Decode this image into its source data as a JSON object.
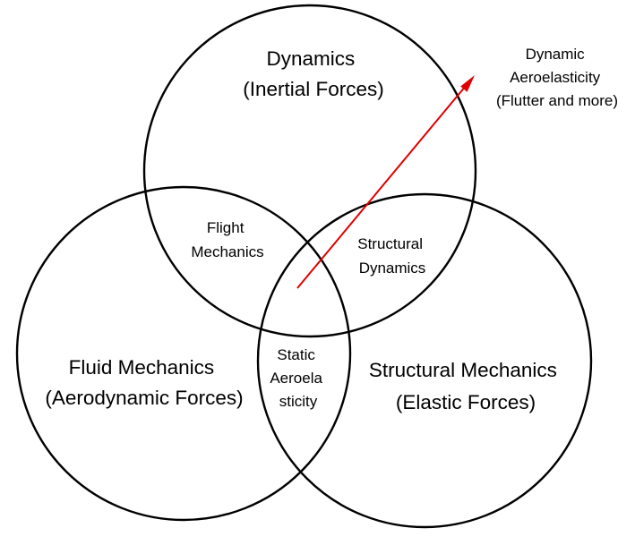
{
  "diagram": {
    "circles": {
      "dynamics": {
        "lines": [
          "Dynamics",
          "(Inertial Forces)"
        ]
      },
      "fluid": {
        "lines": [
          "Fluid Mechanics",
          "(Aerodynamic Forces)"
        ]
      },
      "structural": {
        "lines": [
          "Structural Mechanics",
          "(Elastic Forces)"
        ]
      }
    },
    "overlaps": {
      "flight": [
        "Flight",
        "Mechanics"
      ],
      "structural_dynamics": [
        "Structural",
        "Dynamics"
      ],
      "static_aero": [
        "Static",
        "Aeroela",
        "sticity"
      ]
    },
    "arrow_label": [
      "Dynamic",
      "Aeroelasticity",
      "(Flutter and more)"
    ],
    "colors": {
      "outline": "#000000",
      "arrow": "#e00000"
    }
  }
}
